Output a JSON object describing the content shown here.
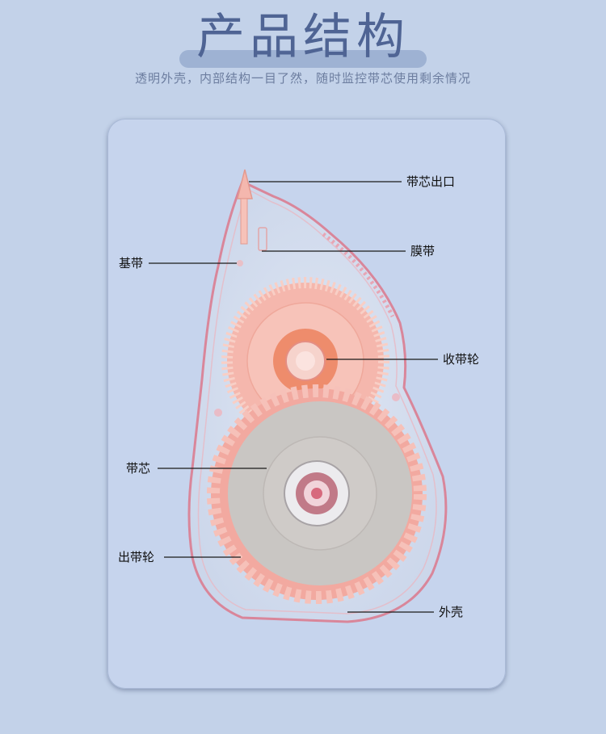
{
  "header": {
    "title": "产品结构",
    "subtitle": "透明外壳，内部结构一目了然，随时监控带芯使用剩余情况"
  },
  "labels": {
    "tape_outlet": "带芯出口",
    "film_tape": "膜带",
    "base_tape": "基带",
    "take_up_wheel": "收带轮",
    "tape_core": "带芯",
    "supply_wheel": "出带轮",
    "shell": "外壳"
  },
  "colors": {
    "background": "#c3d2e9",
    "title": "#4f6494",
    "shell_outline": "#d9869a",
    "take_up_wheel": "#f5b7ad",
    "supply_gear": "#f2a9a0",
    "tape_core": "#c9c6c3",
    "hub_orange": "#ee8c6c"
  }
}
